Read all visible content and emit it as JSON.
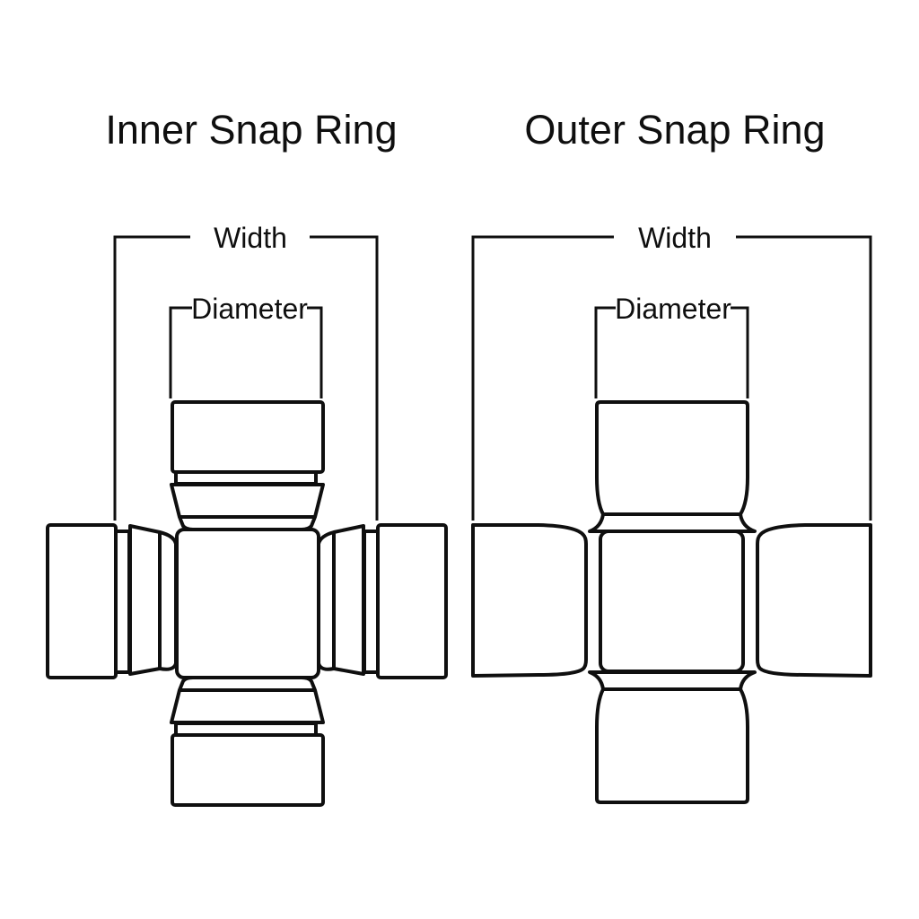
{
  "canvas": {
    "background": "#ffffff",
    "ink": "#0f0f0f",
    "description": "Line-art comparison diagram of two universal-joint cross assemblies"
  },
  "diagrams": [
    {
      "title": "Inner Snap Ring",
      "width_label": "Width",
      "diameter_label": "Diameter"
    },
    {
      "title": "Outer Snap Ring",
      "width_label": "Width",
      "diameter_label": "Diameter"
    }
  ]
}
